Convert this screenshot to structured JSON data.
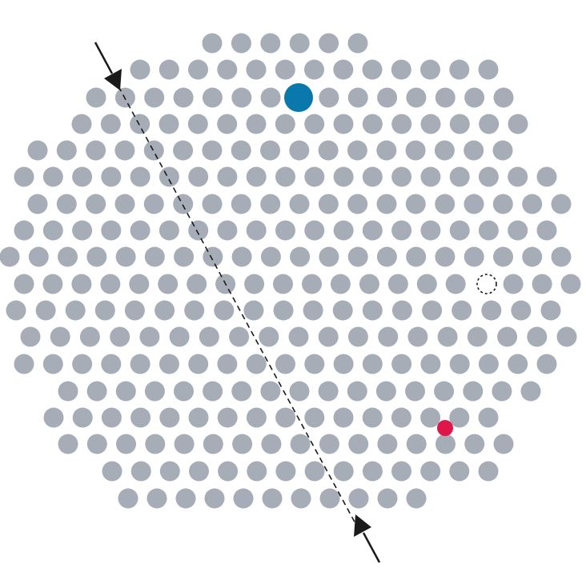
{
  "colors": {
    "background": "#ffffff",
    "dot": "#a7adb6",
    "highlight_large": "#0a78ad",
    "highlight_small": "#e0164a",
    "empty_outline": "#1a1a1a",
    "line": "#1a1a1a"
  },
  "elements": {
    "large_highlight": "blue-dot",
    "small_highlight": "red-dot",
    "empty_slot": "dashed-circle",
    "scan_line": "dashed-line",
    "top_arrow": "arrow-icon",
    "bottom_arrow": "arrow-icon"
  }
}
